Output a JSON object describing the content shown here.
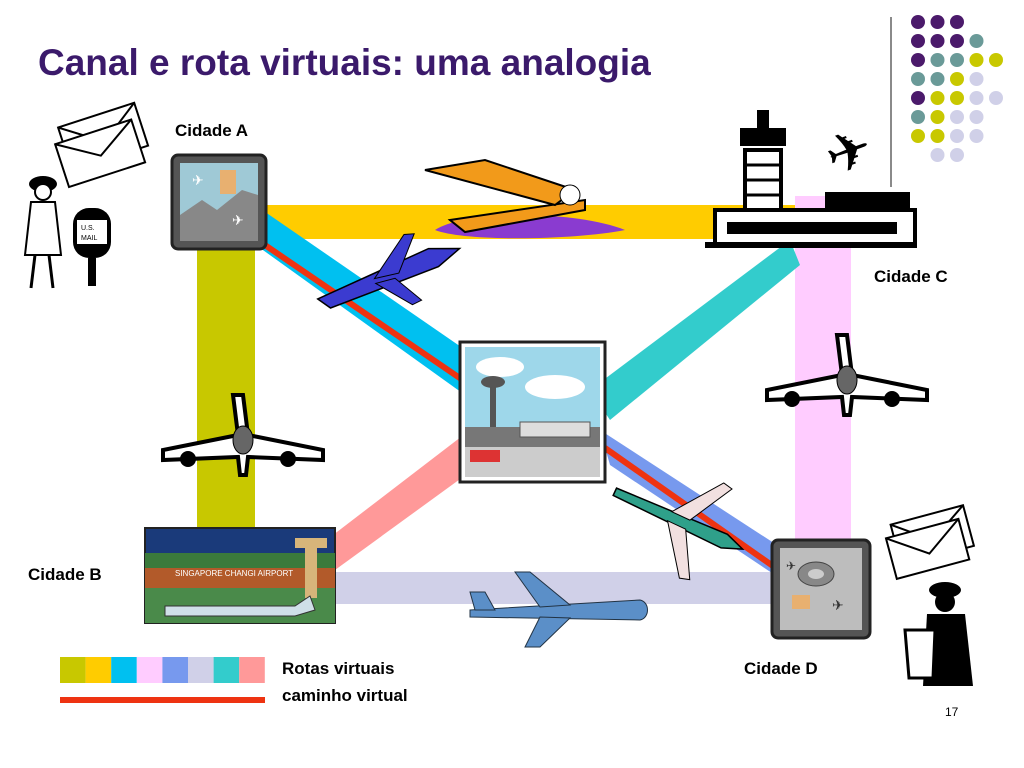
{
  "title": "Canal e rota virtuais: uma analogia",
  "cities": {
    "a": "Cidade A",
    "b": "Cidade B",
    "c": "Cidade C",
    "d": "Cidade D"
  },
  "legend": {
    "virtual_routes": "Rotas virtuais",
    "virtual_path": "caminho virtual",
    "route_colors": [
      "#c8c800",
      "#ffcc00",
      "#00c0f0",
      "#ffccff",
      "#7799ee",
      "#d0d0e8",
      "#33cccc",
      "#ff9999"
    ],
    "path_color": "#ee3311"
  },
  "page_number": "17",
  "colors": {
    "title": "#3b1a6b",
    "route_top": "#ffcc00",
    "route_left": "#c8c800",
    "route_right": "#ffccff",
    "route_bottom": "#d0d0e8",
    "route_ad": "#00c0f0",
    "route_dc_diag": "#33cccc",
    "route_bcenter": "#ff9999",
    "route_center_d": "#7799ee",
    "path_red": "#ee3311"
  },
  "decor_dots": [
    "#4b1a6b",
    "#6a9a98",
    "#c8c800",
    "#d0d0e8"
  ],
  "icons": [
    "airplane-icon",
    "control-tower-icon",
    "mailbox-icon",
    "letter-icon",
    "postman-icon",
    "seaplane-icon",
    "jet-icon",
    "airport-icon",
    "map-icon"
  ]
}
